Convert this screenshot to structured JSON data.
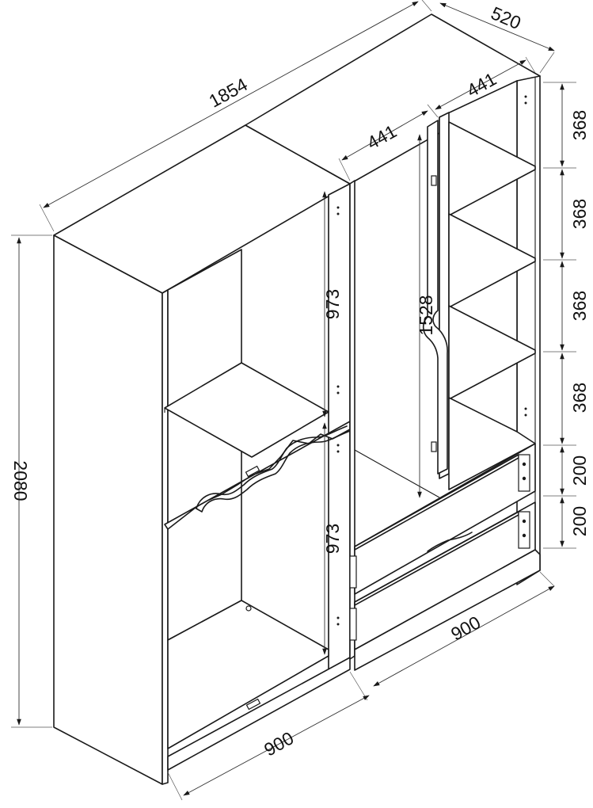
{
  "dimensions": {
    "overall_width": "1854",
    "depth": "520",
    "height": "2080",
    "left_cabinet_width": "900",
    "right_cabinet_width": "900",
    "left_compartment_upper": "973",
    "left_compartment_lower": "973",
    "right_door_half_left": "441",
    "right_door_half_right": "441",
    "hanging_height": "1528",
    "shelf_spacing_1": "368",
    "shelf_spacing_2": "368",
    "shelf_spacing_3": "368",
    "shelf_spacing_4": "368",
    "drawer_height_1": "200",
    "drawer_height_2": "200"
  }
}
